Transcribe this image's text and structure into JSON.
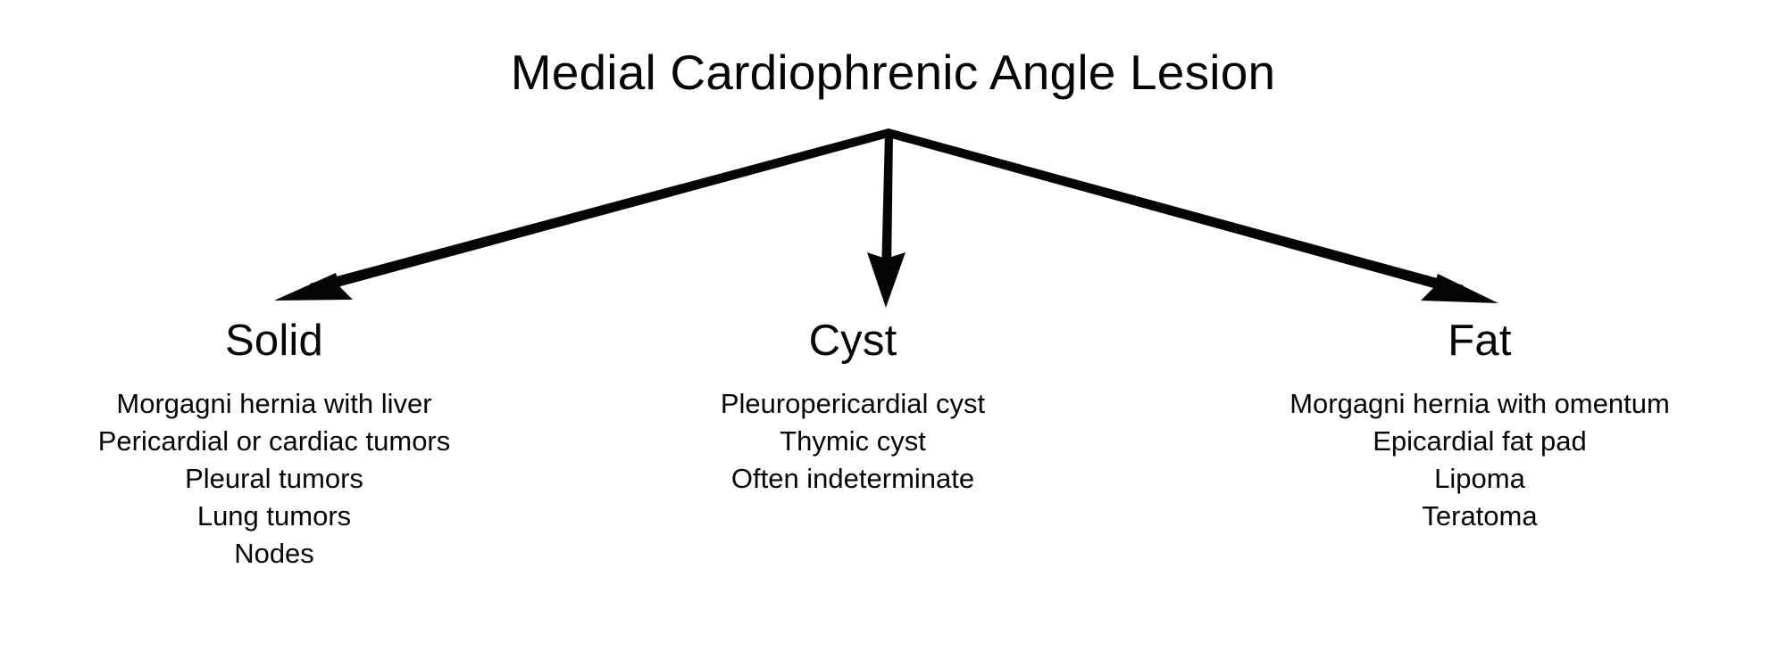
{
  "diagram": {
    "title": "Medial Cardiophrenic Angle Lesion",
    "background_color": "#ffffff",
    "ink_color": "#050505",
    "branches": [
      {
        "id": "solid",
        "heading": "Solid",
        "arrow": "arrow-left",
        "items": [
          "Morgagni hernia with liver",
          "Pericardial or cardiac tumors",
          "Pleural tumors",
          "Lung tumors",
          "Nodes"
        ]
      },
      {
        "id": "cyst",
        "heading": "Cyst",
        "arrow": "arrow-down",
        "items": [
          "Pleuropericardial cyst",
          "Thymic cyst",
          "Often indeterminate"
        ]
      },
      {
        "id": "fat",
        "heading": "Fat",
        "arrow": "arrow-right",
        "items": [
          "Morgagni hernia with omentum",
          "Epicardial fat pad",
          "Lipoma",
          "Teratoma"
        ]
      }
    ]
  }
}
